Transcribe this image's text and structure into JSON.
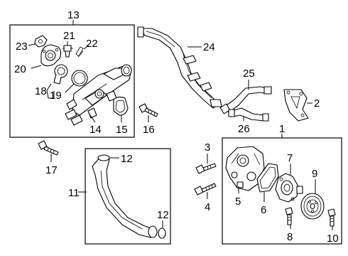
{
  "callouts": {
    "c1": "1",
    "c2": "2",
    "c3": "3",
    "c4": "4",
    "c5": "5",
    "c6": "6",
    "c7": "7",
    "c8": "8",
    "c9": "9",
    "c10": "10",
    "c11": "11",
    "c12a": "12",
    "c12b": "12",
    "c13": "13",
    "c14": "14",
    "c15": "15",
    "c16": "16",
    "c17": "17",
    "c18": "18",
    "c19": "19",
    "c20": "20",
    "c21": "21",
    "c22": "22",
    "c23": "23",
    "c24": "24",
    "c25": "25",
    "c26": "26"
  }
}
